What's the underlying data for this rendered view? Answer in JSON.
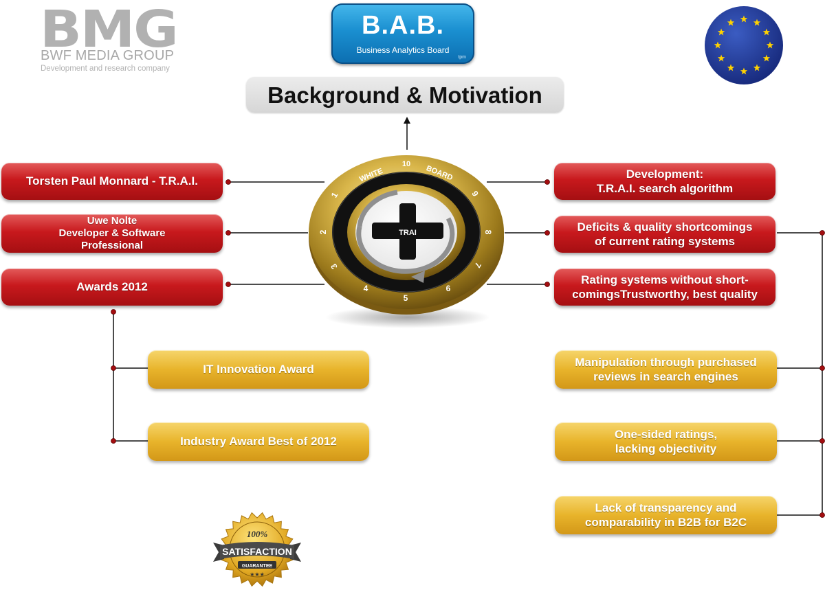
{
  "header": {
    "bmg_logo": {
      "letters": "BMG",
      "name": "BWF MEDIA GROUP",
      "tagline": "Development and research company"
    },
    "bab_logo": {
      "title": "B.A.B.",
      "subtitle": "Business Analytics Board",
      "mark": "tpm"
    },
    "flag_icon": "eu-flag-icon",
    "title": "Background & Motivation"
  },
  "center": {
    "outer_label_left": "WHITE",
    "outer_label_top": "10",
    "outer_label_right": "BOARD",
    "numbers": [
      "1",
      "2",
      "3",
      "4",
      "5",
      "6",
      "7",
      "8",
      "9"
    ],
    "center_label": "TRAI",
    "center_icon": "plus-icon"
  },
  "left_boxes": [
    {
      "label": "Torsten Paul Monnard - T.R.A.I."
    },
    {
      "label": "Uwe Nolte\nDeveloper & Software\nProfessional"
    },
    {
      "label": "Awards 2012"
    }
  ],
  "awards": [
    {
      "label": "IT Innovation Award"
    },
    {
      "label": "Industry Award Best of 2012"
    }
  ],
  "right_boxes": [
    {
      "label": "Development:\nT.R.A.I. search algorithm"
    },
    {
      "label": "Deficits & quality shortcomings\nof current rating systems"
    },
    {
      "label": "Rating systems without short-\ncomingsTrustworthy, best quality"
    }
  ],
  "deficits": [
    {
      "label": "Manipulation through purchased\nreviews in search engines"
    },
    {
      "label": "One-sided ratings,\nlacking objectivity"
    },
    {
      "label": "Lack of transparency and\ncomparability in B2B for B2C"
    }
  ],
  "seal": {
    "percent": "100%",
    "word": "SATISFACTION",
    "sub": "GUARANTEE"
  },
  "colors": {
    "red": "#c8191d",
    "gold": "#e8b42b",
    "blue": "#1a8fd0",
    "eu_blue": "#1f3a93",
    "eu_star": "#ffd200",
    "dark_red_dot": "#a30d10"
  }
}
